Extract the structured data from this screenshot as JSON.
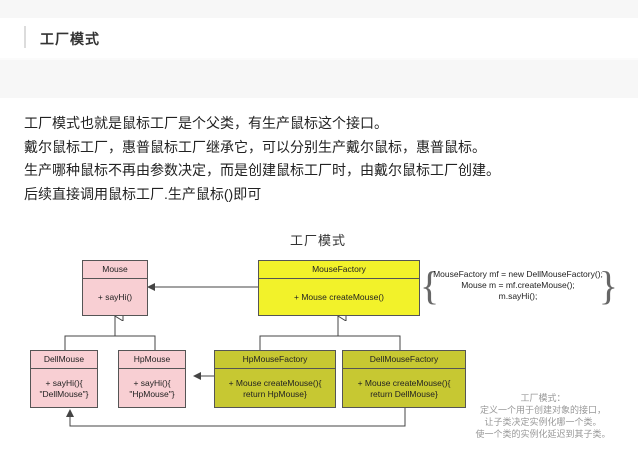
{
  "header": {
    "title": "工厂模式"
  },
  "paragraph": [
    "工厂模式也就是鼠标工厂是个父类，有生产鼠标这个接口。",
    "戴尔鼠标工厂，惠普鼠标工厂继承它，可以分别生产戴尔鼠标，惠普鼠标。",
    "生产哪种鼠标不再由参数决定，而是创建鼠标工厂时，由戴尔鼠标工厂创建。",
    "后续直接调用鼠标工厂.生产鼠标()即可"
  ],
  "diagram": {
    "title": "工厂模式",
    "mouse": {
      "name": "Mouse",
      "method": "+ sayHi()"
    },
    "dell_mouse": {
      "name": "DellMouse",
      "method1": "+ sayHi(){",
      "method2": "\"DellMouse\"}"
    },
    "hp_mouse": {
      "name": "HpMouse",
      "method1": "+ sayHi(){",
      "method2": "\"HpMouse\"}"
    },
    "mouse_factory": {
      "name": "MouseFactory",
      "method": "+ Mouse createMouse()"
    },
    "hp_factory": {
      "name": "HpMouseFactory",
      "method1": "+ Mouse createMouse(){",
      "method2": "return HpMouse}"
    },
    "dell_factory": {
      "name": "DellMouseFactory",
      "method1": "+ Mouse createMouse(){",
      "method2": "return DellMouse}"
    },
    "code": [
      "MouseFactory mf = new DellMouseFactory();",
      "Mouse m = mf.createMouse();",
      "m.sayHi();"
    ],
    "note": [
      "工厂模式：",
      "定义一个用于创建对象的接口，",
      "让子类决定实例化哪一个类。",
      "使一个类的实例化延迟到其子类。"
    ]
  },
  "colors": {
    "product": "#f8cfd3",
    "factory": "#f2f22a",
    "concrete_factory": "#c7c832"
  }
}
